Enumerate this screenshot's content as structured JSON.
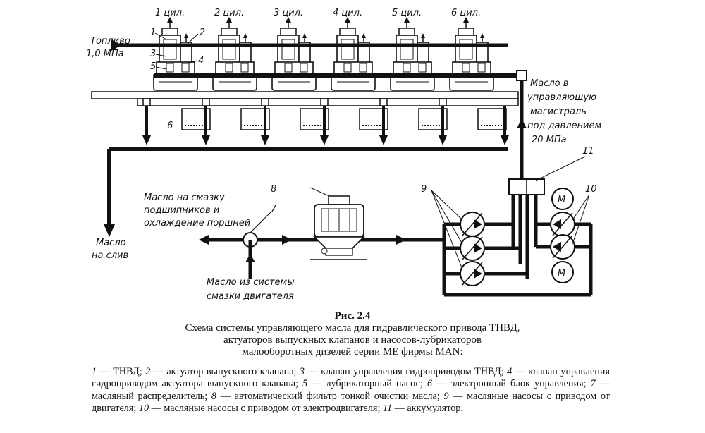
{
  "diagram": {
    "cylinder_labels": [
      "1 цил.",
      "2 цил.",
      "3 цил.",
      "4 цил.",
      "5 цил.",
      "6 цил."
    ],
    "fuel_label": [
      "Топливо",
      "1,0 МПа"
    ],
    "oil_control_label": [
      "Масло в",
      "управляющую",
      "магистраль",
      "под давлением",
      "20 МПа"
    ],
    "oil_bearings_label": [
      "Масло на смазку",
      "подшипников и",
      "охлаждение поршней"
    ],
    "oil_drain_label": [
      "Масло",
      "на слив"
    ],
    "oil_engine_label": [
      "Масло из системы",
      "смазки двигателя"
    ],
    "motor_symbol": "М",
    "callouts": {
      "n1": "1",
      "n2": "2",
      "n3": "3",
      "n4": "4",
      "n5": "5",
      "n6": "6",
      "n7": "7",
      "n8": "8",
      "n9": "9",
      "n10": "10",
      "n11": "11"
    }
  },
  "caption": {
    "figure": "Рис. 2.4",
    "title_lines": [
      "Схема системы управляющего масла для гидравлического привода ТНВД,",
      "актуаторов выпускных клапанов и насосов-лубрикаторов",
      "малооборотных дизелей серии МЕ фирмы MAN:"
    ]
  },
  "legend": {
    "items": [
      {
        "num": "1",
        "text": " — ТНВД; "
      },
      {
        "num": "2",
        "text": " — актуатор выпускного клапана; "
      },
      {
        "num": "3",
        "text": " — клапан управления гидроприводом ТНВД; "
      },
      {
        "num": "4",
        "text": " — клапан управления гидроприводом актуатора выпускного клапана; "
      },
      {
        "num": "5",
        "text": " — лубрикаторный насос; "
      },
      {
        "num": "6",
        "text": " — электронный блок управления; "
      },
      {
        "num": "7",
        "text": " — масляный распределитель; "
      },
      {
        "num": "8",
        "text": " — автоматический фильтр тонкой очистки масла; "
      },
      {
        "num": "9",
        "text": " — масляные насосы с приводом от двигателя; "
      },
      {
        "num": "10",
        "text": " — масляные насосы с приводом от электродвигателя; "
      },
      {
        "num": "11",
        "text": " — аккумулятор."
      }
    ]
  }
}
